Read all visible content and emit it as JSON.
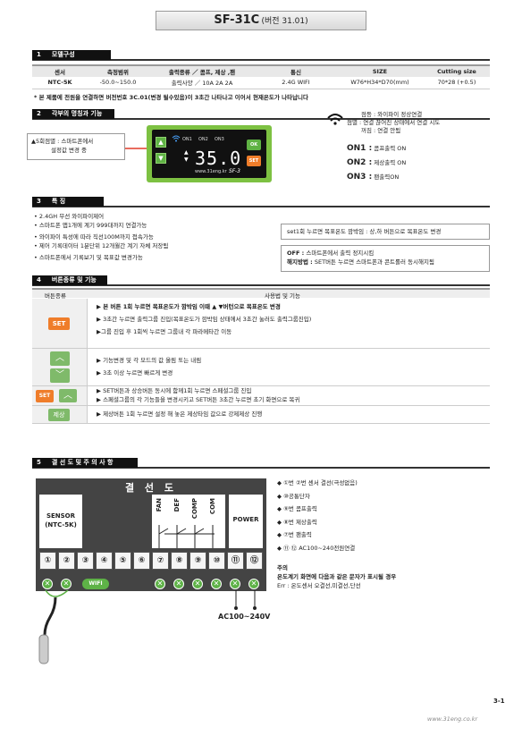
{
  "title": {
    "main": "SF-31C",
    "sub": "(버전 31.01)"
  },
  "sections": {
    "s1": {
      "num": "1",
      "label": "모델구성"
    },
    "s2": {
      "num": "2",
      "label": "각부의 명칭과 기능"
    },
    "s3": {
      "num": "3",
      "label": "특 징"
    },
    "s4": {
      "num": "4",
      "label": "버튼종류 및 기능"
    },
    "s5": {
      "num": "5",
      "label": "결 선 도 및 주 의 사 항"
    }
  },
  "spec_table": {
    "headers": [
      "센서",
      "측정범위",
      "출력종류 ／ 콤프, 제상 ,팬",
      "통신",
      "SIZE",
      "Cutting size"
    ],
    "row": [
      "NTC-5K",
      "-50.0~150.0",
      "출력사양 ／ 10A    2A    2A",
      "2.4G  WIFI",
      "W76*H34*D70(mm)",
      "70*28 (+0.5)"
    ]
  },
  "spec_note": "* 본 제품에 전원을 연결하면 버전번호 3C.01(변경 될수있음)이 3초간 나타나고 이어서 현재온도가 나타납니다",
  "device": {
    "on1": "ON1",
    "on2": "ON2",
    "on3": "ON3",
    "display": "35.0",
    "ok": "OK",
    "set": "SET",
    "url": "www.31eng.kr",
    "model": "SF-3"
  },
  "callout": {
    "line1": "▲5회점멸 : 스마트폰에서",
    "line2": "설정값 변경 중"
  },
  "wifi_legend": {
    "l1": "점등 : 와이파이 정상연결",
    "l2": "점멸 : 연결 끊어진 상태에서 연결 시도",
    "l3": "꺼짐 : 연결 안됨",
    "on1_key": "ON1 :",
    "on1_val": "콤프출력 ON",
    "on2_key": "ON2 :",
    "on2_val": "제상출력 ON",
    "on3_key": "ON3 :",
    "on3_val": "팬출력ON"
  },
  "features": [
    "• 2.4GH 무선 와이파이제어",
    "• 스마트폰 앱1개에 계기 999대까지 연결가능",
    "• 와이파이 특성에 따라 직선100M까지 접속가능",
    "• 제어 기록데이터 1분단위 12개월간 계기 자체 저장됨",
    "• 스마트폰에서 기록보기 및 목표값 변경가능"
  ],
  "info1": "set1회 누르면 목표온도 깜박임 : 상,하 버튼으로 목표온도 변경",
  "info2": {
    "off_key": "OFF :",
    "off_val": "스마트폰에서 출력 정지시킴",
    "release_key": "해지방법 :",
    "release_val": "SET버튼 누르면 스마트폰과 콘트롤러 동시해지됨"
  },
  "button_table": {
    "header_left": "버튼종류",
    "header_right": "사용법 및 기능",
    "set_label": "SET",
    "defrost_label": "제상",
    "row1": [
      "▶ 본 버튼 1회 누르면 목표온도가 깜박임 이때 ▲ ▼버턴으로 목표온도 변경",
      "▶ 3초간 누르면 출력그룹 진입(목표온도가 깜박임 상태에서 3초간 눌러도 출력그룹진입)",
      "▶그룹 진입 후 1회씩 누르면 그룹내 각 파라메타간 이동"
    ],
    "row2": [
      "▶ 기능변경 및 각 모드의 값 올림 또는 내림",
      "▶ 3초 이상 누르면 빠르게 변경"
    ],
    "row3": [
      "▶ SET버튼과 상승버튼 동시에 함께1회 누르면 스페셜그룹 진입",
      "▶ 스페셜그룹의 각 기능들을 변경시키고 SET버튼 3초간 누르면 초기 화면으로 복귀"
    ],
    "row4": [
      "▶ 제상버튼 1회 누르면 설정 해 놓은 제상타임 값으로 강제제상 진행"
    ]
  },
  "wiring": {
    "title": "결 선 도",
    "sensor": "SENSOR",
    "sensor2": "(NTC-5K)",
    "fan": "FAN",
    "def": "DEF",
    "comp": "COMP",
    "com": "COM",
    "power": "POWER",
    "terminals": [
      "①",
      "②",
      "③",
      "④",
      "⑤",
      "⑥",
      "⑦",
      "⑧",
      "⑨",
      "⑩",
      "⑪",
      "⑫"
    ],
    "wifi": "WIFI",
    "ac": "AC100~240V"
  },
  "notes": [
    "◆  ①번 ②번 센서 결선(극성없음)",
    "◆  ⑩공통단자",
    "◆  ⑨번 콤프출력",
    "◆  ⑧번 제상출력",
    "◆  ⑦번 팬출력",
    "◆  ⑪ ⑫ AC100~240전원연결"
  ],
  "caution": {
    "title": "주의",
    "line1": "온도계기 화면에 다음과 같은 문자가 표시될 경우",
    "line2": "Err : 온도센서 오결선,미결선,단선"
  },
  "footer": {
    "page": "3-1",
    "url": "www.31eng.co.kr"
  }
}
